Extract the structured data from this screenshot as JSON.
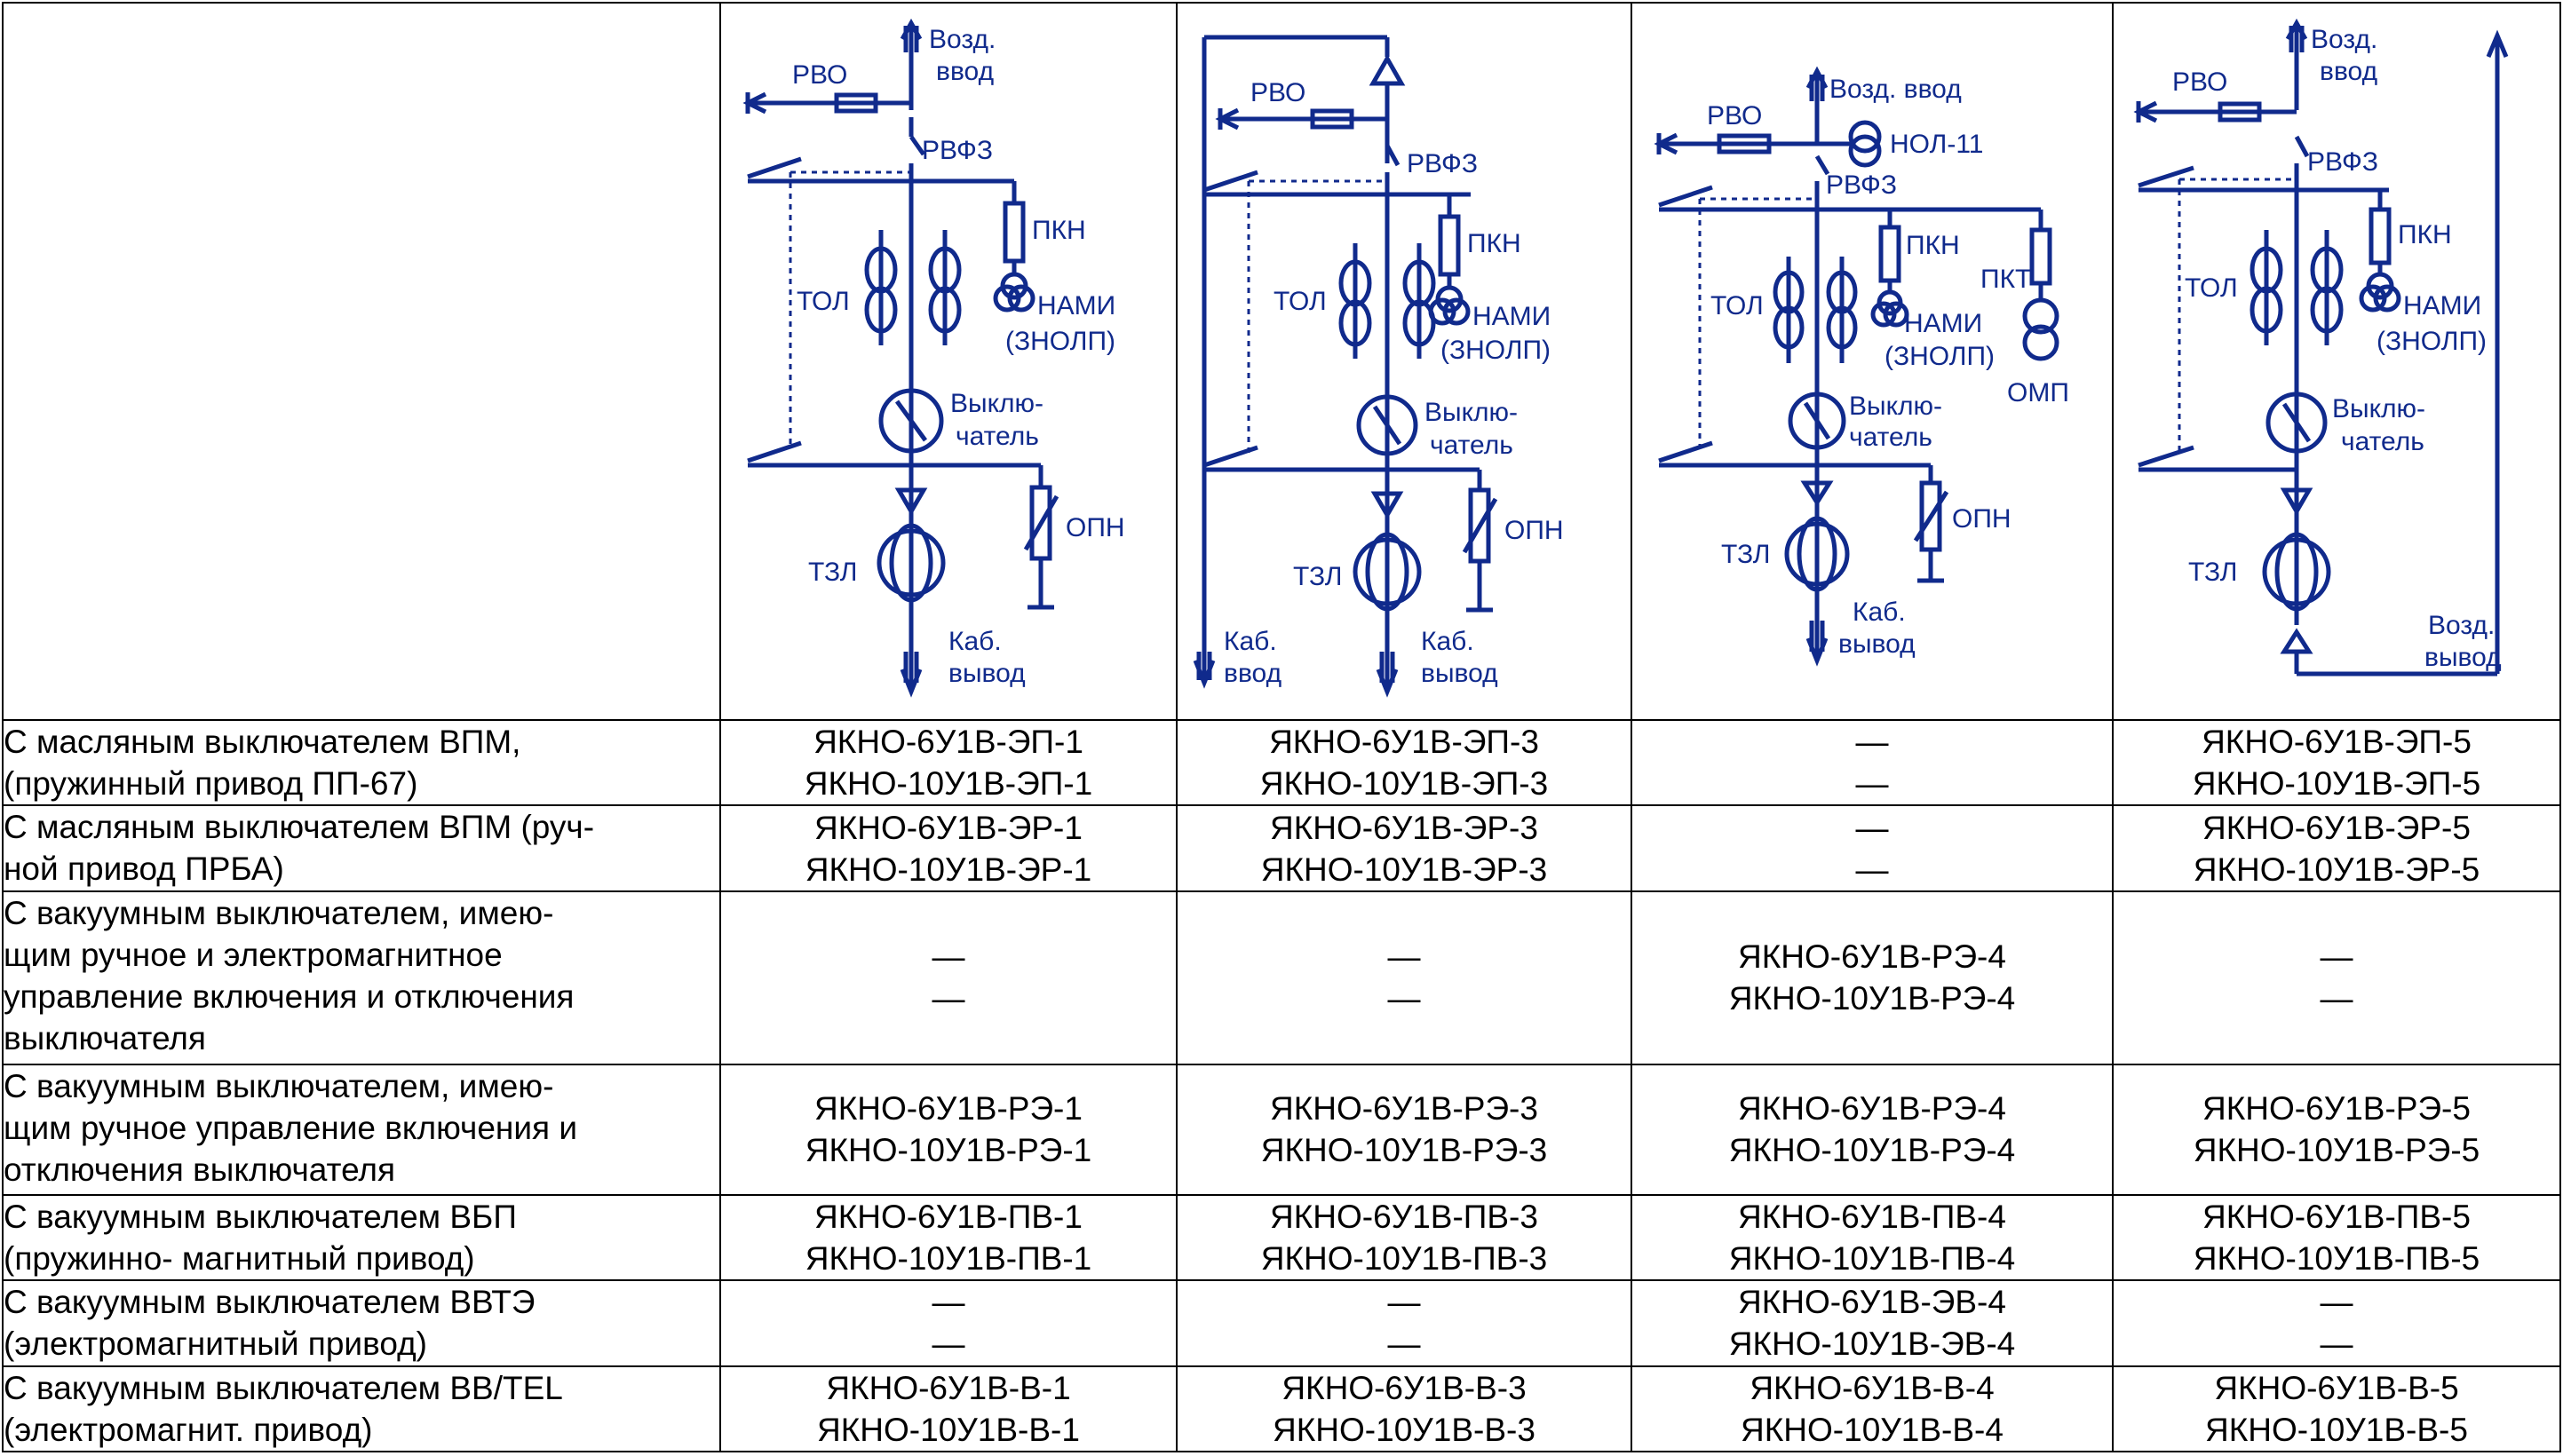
{
  "diagrams": [
    {
      "labels": {
        "air_input": [
          "Возд.",
          "ввод"
        ],
        "rvo": "РВО",
        "rvfz": "РВФЗ",
        "pkn": "ПКН",
        "tol": "ТОЛ",
        "nami": [
          "НАМИ",
          "(ЗНОЛП)"
        ],
        "breaker": [
          "Выклю-",
          "чатель"
        ],
        "opn": "ОПН",
        "tzl": "ТЗЛ",
        "cable_output": [
          "Каб.",
          "вывод"
        ]
      }
    },
    {
      "labels": {
        "rvo": "РВО",
        "rvfz": "РВФЗ",
        "pkn": "ПКН",
        "tol": "ТОЛ",
        "nami": [
          "НАМИ",
          "(ЗНОЛП)"
        ],
        "breaker": [
          "Выклю-",
          "чатель"
        ],
        "opn": "ОПН",
        "tzl": "ТЗЛ",
        "cable_input": [
          "Каб.",
          "ввод"
        ],
        "cable_output": [
          "Каб.",
          "вывод"
        ]
      }
    },
    {
      "labels": {
        "air_input": "Возд. ввод",
        "rvo": "РВО",
        "nol": "НОЛ-11",
        "rvfz": "РВФЗ",
        "pkn": "ПКН",
        "pkt": "ПКТ",
        "tol": "ТОЛ",
        "nami": [
          "НАМИ",
          "(ЗНОЛП)"
        ],
        "omp": "ОМП",
        "breaker": [
          "Выклю-",
          "чатель"
        ],
        "opn": "ОПН",
        "tzl": "ТЗЛ",
        "cable_output": [
          "Каб.",
          "вывод"
        ]
      }
    },
    {
      "labels": {
        "air_input": [
          "Возд.",
          "ввод"
        ],
        "rvo": "РВО",
        "rvfz": "РВФЗ",
        "pkn": "ПКН",
        "tol": "ТОЛ",
        "nami": [
          "НАМИ",
          "(ЗНОЛП)"
        ],
        "breaker": [
          "Выклю-",
          "чатель"
        ],
        "tzl": "ТЗЛ",
        "air_output": [
          "Возд.",
          "вывод"
        ]
      }
    }
  ],
  "rows": [
    {
      "label": [
        "С масляным выключателем ВПМ,",
        "(пружинный привод ПП-67)"
      ],
      "cells": [
        [
          "ЯКНО-6У1В-ЭП-1",
          "ЯКНО-10У1В-ЭП-1"
        ],
        [
          "ЯКНО-6У1В-ЭП-3",
          "ЯКНО-10У1В-ЭП-3"
        ],
        [
          "—",
          "—"
        ],
        [
          "ЯКНО-6У1В-ЭП-5",
          "ЯКНО-10У1В-ЭП-5"
        ]
      ]
    },
    {
      "label": [
        "С масляным выключателем ВПМ (руч-",
        "ной привод ПРБА)"
      ],
      "cells": [
        [
          "ЯКНО-6У1В-ЭР-1",
          "ЯКНО-10У1В-ЭР-1"
        ],
        [
          "ЯКНО-6У1В-ЭР-3",
          "ЯКНО-10У1В-ЭР-3"
        ],
        [
          "—",
          "—"
        ],
        [
          "ЯКНО-6У1В-ЭР-5",
          "ЯКНО-10У1В-ЭР-5"
        ]
      ]
    },
    {
      "label": [
        "С вакуумным выключателем, имею-",
        "щим ручное и электромагнитное",
        "управление включения и отключения",
        "выключателя"
      ],
      "cells": [
        [
          "—",
          "—"
        ],
        [
          "—",
          "—"
        ],
        [
          "ЯКНО-6У1В-РЭ-4",
          "ЯКНО-10У1В-РЭ-4"
        ],
        [
          "—",
          "—"
        ]
      ]
    },
    {
      "label": [
        "С вакуумным выключателем, имею-",
        "щим ручное управление включения и",
        "отключения выключателя"
      ],
      "cells": [
        [
          "ЯКНО-6У1В-РЭ-1",
          "ЯКНО-10У1В-РЭ-1"
        ],
        [
          "ЯКНО-6У1В-РЭ-3",
          "ЯКНО-10У1В-РЭ-3"
        ],
        [
          "ЯКНО-6У1В-РЭ-4",
          "ЯКНО-10У1В-РЭ-4"
        ],
        [
          "ЯКНО-6У1В-РЭ-5",
          "ЯКНО-10У1В-РЭ-5"
        ]
      ]
    },
    {
      "label": [
        "С вакуумным выключателем ВБП",
        "(пружинно- магнитный привод)"
      ],
      "cells": [
        [
          "ЯКНО-6У1В-ПВ-1",
          "ЯКНО-10У1В-ПВ-1"
        ],
        [
          "ЯКНО-6У1В-ПВ-3",
          "ЯКНО-10У1В-ПВ-3"
        ],
        [
          "ЯКНО-6У1В-ПВ-4",
          "ЯКНО-10У1В-ПВ-4"
        ],
        [
          "ЯКНО-6У1В-ПВ-5",
          "ЯКНО-10У1В-ПВ-5"
        ]
      ]
    },
    {
      "label": [
        "С вакуумным выключателем ВВТЭ",
        "(электромагнитный привод)"
      ],
      "cells": [
        [
          "—",
          "—"
        ],
        [
          "—",
          "—"
        ],
        [
          "ЯКНО-6У1В-ЭВ-4",
          "ЯКНО-10У1В-ЭВ-4"
        ],
        [
          "—",
          "—"
        ]
      ]
    },
    {
      "label": [
        "С вакуумным выключателем ВВ/TEL",
        "(электромагнит. привод)"
      ],
      "cells": [
        [
          "ЯКНО-6У1В-В-1",
          "ЯКНО-10У1В-В-1"
        ],
        [
          "ЯКНО-6У1В-В-3",
          "ЯКНО-10У1В-В-3"
        ],
        [
          "ЯКНО-6У1В-В-4",
          "ЯКНО-10У1В-В-4"
        ],
        [
          "ЯКНО-6У1В-В-5",
          "ЯКНО-10У1В-В-5"
        ]
      ]
    }
  ]
}
